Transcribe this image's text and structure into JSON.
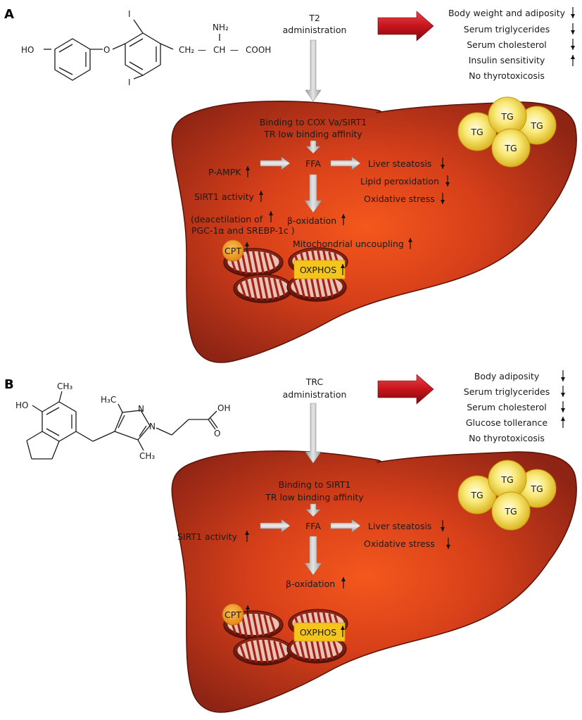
{
  "panels": [
    {
      "letter": "A",
      "compound_labels": {
        "ho": "HO",
        "o": "O",
        "i_top": "I",
        "i_bottom": "I",
        "nh2": "NH₂",
        "ch2": "CH₂",
        "ch": "CH",
        "cooh": "COOH",
        "dash1": "—",
        "dash2": "—"
      },
      "administration": [
        "T2",
        "administration"
      ],
      "systemic_effects": [
        {
          "label": "Body weight and adiposity",
          "direction": "down"
        },
        {
          "label": "Serum triglycerides",
          "direction": "down"
        },
        {
          "label": "Serum cholesterol",
          "direction": "down"
        },
        {
          "label": "Insulin sensitivity",
          "direction": "up"
        },
        {
          "label": "No thyrotoxicosis",
          "direction": "none"
        }
      ],
      "binding": [
        "Binding to COX Va/SIRT1",
        "TR low binding affinity"
      ],
      "ffa": "FFA",
      "left_items": [
        {
          "label": "P-AMPK",
          "direction": "up"
        },
        {
          "label": "SIRT1 activity",
          "direction": "up"
        },
        {
          "label": "(deacetilation of",
          "direction": "up"
        },
        {
          "label": "PGC-1α and SREBP-1c )",
          "direction": "none"
        }
      ],
      "right_items": [
        {
          "label": "Liver steatosis",
          "direction": "down"
        },
        {
          "label": "Lipid peroxidation",
          "direction": "down"
        },
        {
          "label": "Oxidative stress",
          "direction": "down"
        }
      ],
      "beta_oxidation": {
        "label": "β-oxidation",
        "direction": "up"
      },
      "mito_uncoupling": {
        "label": "Mitochondrial uncoupling",
        "direction": "up"
      },
      "cpt": "CPT",
      "oxphos": "OXPHOS",
      "tg": [
        "TG",
        "TG",
        "TG",
        "TG"
      ]
    },
    {
      "letter": "B",
      "compound_labels": {
        "ho": "HO",
        "ch3_top": "CH₃",
        "h3c": "H₃C",
        "n1": "N",
        "n2": "N",
        "ch3_bottom": "CH₃",
        "oh": "OH",
        "o": "O"
      },
      "administration": [
        "TRC",
        "administration"
      ],
      "systemic_effects": [
        {
          "label": "Body adiposity",
          "direction": "down"
        },
        {
          "label": "Serum triglycerides",
          "direction": "down"
        },
        {
          "label": "Serum cholesterol",
          "direction": "down"
        },
        {
          "label": "Glucose tollerance",
          "direction": "up"
        },
        {
          "label": "No thyrotoxicosis",
          "direction": "none"
        }
      ],
      "binding": [
        "Binding to SIRT1",
        "TR low binding affinity"
      ],
      "ffa": "FFA",
      "left_items": [
        {
          "label": "SIRT1 activity",
          "direction": "up"
        }
      ],
      "right_items": [
        {
          "label": "Liver steatosis",
          "direction": "down"
        },
        {
          "label": "Oxidative stress",
          "direction": "down"
        }
      ],
      "beta_oxidation": {
        "label": "β-oxidation",
        "direction": "up"
      },
      "cpt": "CPT",
      "oxphos": "OXPHOS",
      "tg": [
        "TG",
        "TG",
        "TG",
        "TG"
      ]
    }
  ],
  "colors": {
    "liver_center": "#f0521c",
    "liver_edge": "#8e2414",
    "liver_outline": "#5a1208",
    "tg_fill": "#f7e36a",
    "cpt_fill": "#f3a12a",
    "oxphos_fill": "#f6c51c",
    "red_arrow": "#c8141c",
    "gray_arrow": "#b3b3b3"
  }
}
